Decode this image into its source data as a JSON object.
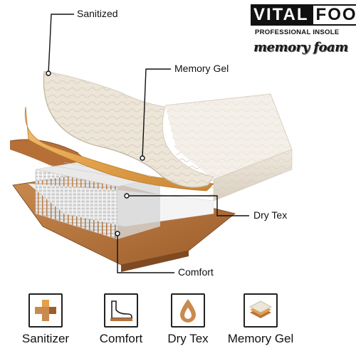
{
  "brand": {
    "logo_part_a": "VITAL",
    "logo_part_b": "FOOT",
    "tagline": "PROFESSIONAL INSOLE",
    "script_name": "memory foam"
  },
  "callouts": {
    "sanitized": "Sanitized",
    "memory_gel": "Memory Gel",
    "dry_tex": "Dry Tex",
    "comfort": "Comfort"
  },
  "features": [
    {
      "label": "Sanitizer",
      "icon": "sanitizer-cross-icon"
    },
    {
      "label": "Comfort",
      "icon": "foot-comfort-icon"
    },
    {
      "label": "Dry Tex",
      "icon": "water-drop-icon"
    },
    {
      "label": "Memory Gel",
      "icon": "layers-icon"
    }
  ],
  "colors": {
    "fabric": "#ece5d8",
    "gel_gold": "#e0a24a",
    "copper_base": "#b8743c",
    "text": "#111111"
  }
}
